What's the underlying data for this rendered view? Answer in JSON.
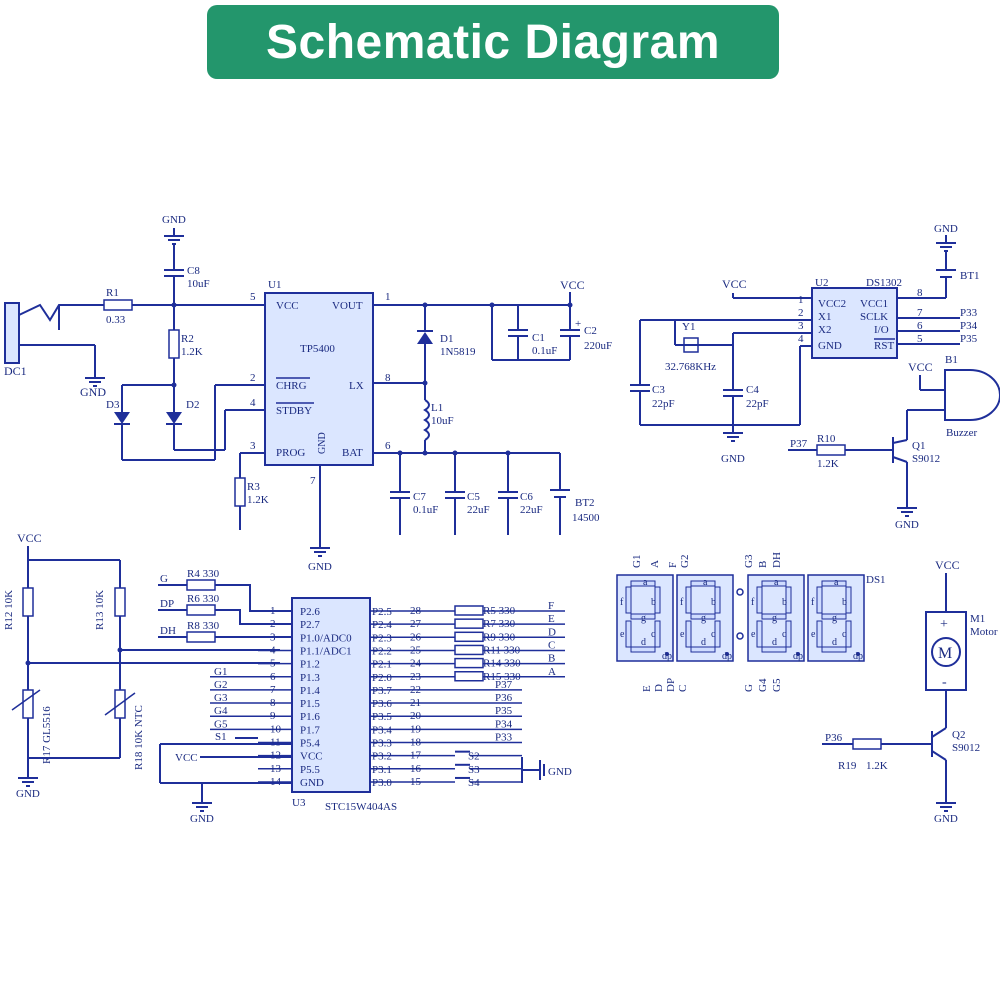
{
  "title": "Schematic Diagram",
  "gnd": "GND",
  "vcc": "VCC",
  "charger": {
    "dc": "DC1",
    "r1": {
      "ref": "R1",
      "val": "0.33"
    },
    "c8": {
      "ref": "C8",
      "val": "10uF"
    },
    "r2": {
      "ref": "R2",
      "val": "1.2K"
    },
    "d3": "D3",
    "d2": "D2",
    "r3": {
      "ref": "R3",
      "val": "1.2K"
    },
    "u1": {
      "ref": "U1",
      "part": "TP5400",
      "vcc": "VCC",
      "vout": "VOUT",
      "chrg": "CHRG",
      "stdby": "STDBY",
      "lx": "LX",
      "prog": "PROG",
      "gnd": "GND",
      "bat": "BAT",
      "p1": "1",
      "p2": "2",
      "p3": "3",
      "p4": "4",
      "p5": "5",
      "p6": "6",
      "p7": "7",
      "p8": "8"
    },
    "d1": {
      "ref": "D1",
      "val": "1N5819"
    },
    "l1": {
      "ref": "L1",
      "val": "10uF"
    },
    "c1": {
      "ref": "C1",
      "val": "0.1uF"
    },
    "c2": {
      "ref": "C2",
      "val": "220uF",
      "plus": "+"
    },
    "c7": {
      "ref": "C7",
      "val": "0.1uF"
    },
    "c5": {
      "ref": "C5",
      "val": "22uF"
    },
    "c6": {
      "ref": "C6",
      "val": "22uF"
    },
    "bt2": {
      "ref": "BT2",
      "val": "14500"
    }
  },
  "rtc": {
    "u2": {
      "ref": "U2",
      "part": "DS1302",
      "vcc2": "VCC2",
      "x1": "X1",
      "x2": "X2",
      "gnd": "GND",
      "vcc1": "VCC1",
      "sclk": "SCLK",
      "io": "I/O",
      "rst": "RST",
      "p1": "1",
      "p2": "2",
      "p3": "3",
      "p4": "4",
      "p5": "5",
      "p6": "6",
      "p7": "7",
      "p8": "8"
    },
    "bt1": "BT1",
    "y1": {
      "ref": "Y1",
      "val": "32.768KHz"
    },
    "c3": {
      "ref": "C3",
      "val": "22pF"
    },
    "c4": {
      "ref": "C4",
      "val": "22pF"
    },
    "nets": {
      "p33": "P33",
      "p34": "P34",
      "p35": "P35"
    }
  },
  "buzzer": {
    "b1": "B1",
    "label": "Buzzer",
    "p37": "P37",
    "r10": {
      "ref": "R10",
      "val": "1.2K"
    },
    "q1": {
      "ref": "Q1",
      "val": "S9012"
    }
  },
  "sensors": {
    "r12": "R12 10K",
    "r13": "R13 10K",
    "r17": "R17 GL5516",
    "r18": "R18 10K NTC"
  },
  "mcu": {
    "u3": "U3",
    "part": "STC15W404AS",
    "r4": "R4 330",
    "r6": "R6 330",
    "r8": "R8 330",
    "in_g": "G",
    "in_dp": "DP",
    "in_dh": "DH",
    "s1": "S1",
    "left_nets": [
      "G1",
      "G2",
      "G3",
      "G4",
      "G5"
    ],
    "left_pins": [
      {
        "num": "1",
        "name": "P2.6"
      },
      {
        "num": "2",
        "name": "P2.7"
      },
      {
        "num": "3",
        "name": "P1.0/ADC0"
      },
      {
        "num": "4",
        "name": "P1.1/ADC1"
      },
      {
        "num": "5",
        "name": "P1.2"
      },
      {
        "num": "6",
        "name": "P1.3"
      },
      {
        "num": "7",
        "name": "P1.4"
      },
      {
        "num": "8",
        "name": "P1.5"
      },
      {
        "num": "9",
        "name": "P1.6"
      },
      {
        "num": "10",
        "name": "P1.7"
      },
      {
        "num": "11",
        "name": "P5.4"
      },
      {
        "num": "12",
        "name": "VCC"
      },
      {
        "num": "13",
        "name": "P5.5"
      },
      {
        "num": "14",
        "name": "GND"
      }
    ],
    "right_pins": [
      {
        "num": "28",
        "name": "P2.5"
      },
      {
        "num": "27",
        "name": "P2.4"
      },
      {
        "num": "26",
        "name": "P2.3"
      },
      {
        "num": "25",
        "name": "P2.2"
      },
      {
        "num": "24",
        "name": "P2.1"
      },
      {
        "num": "23",
        "name": "P2.0"
      },
      {
        "num": "22",
        "name": "P3.7"
      },
      {
        "num": "21",
        "name": "P3.6"
      },
      {
        "num": "20",
        "name": "P3.5"
      },
      {
        "num": "19",
        "name": "P3.4"
      },
      {
        "num": "18",
        "name": "P3.3"
      },
      {
        "num": "17",
        "name": "P3.2"
      },
      {
        "num": "16",
        "name": "P3.1"
      },
      {
        "num": "15",
        "name": "P3.0"
      }
    ],
    "right_resistors": [
      "R5 330",
      "R7 330",
      "R9 330",
      "R11 330",
      "R14 330",
      "R15 330"
    ],
    "right_segs": [
      "F",
      "E",
      "D",
      "C",
      "B",
      "A"
    ],
    "right_nets": [
      "P37",
      "P36",
      "P35",
      "P34",
      "P33"
    ],
    "switches": [
      "S2",
      "S3",
      "S4"
    ]
  },
  "display": {
    "ref": "DS1",
    "top_labels": [
      "G1",
      "A",
      "F",
      "G2",
      "G3",
      "B",
      "DH"
    ],
    "bottom_labels": [
      "E",
      "D",
      "DP",
      "C",
      "G",
      "G4",
      "G5"
    ],
    "seg_letters": [
      "a",
      "b",
      "c",
      "d",
      "e",
      "f",
      "g",
      "dp"
    ]
  },
  "motor": {
    "vcc": "VCC",
    "m1": "M1",
    "label": "Motor",
    "symbol": "M",
    "plus": "+",
    "minus": "-",
    "p36": "P36",
    "r19": "R19",
    "r19_val": "1.2K",
    "q2": {
      "ref": "Q2",
      "val": "S9012"
    }
  }
}
